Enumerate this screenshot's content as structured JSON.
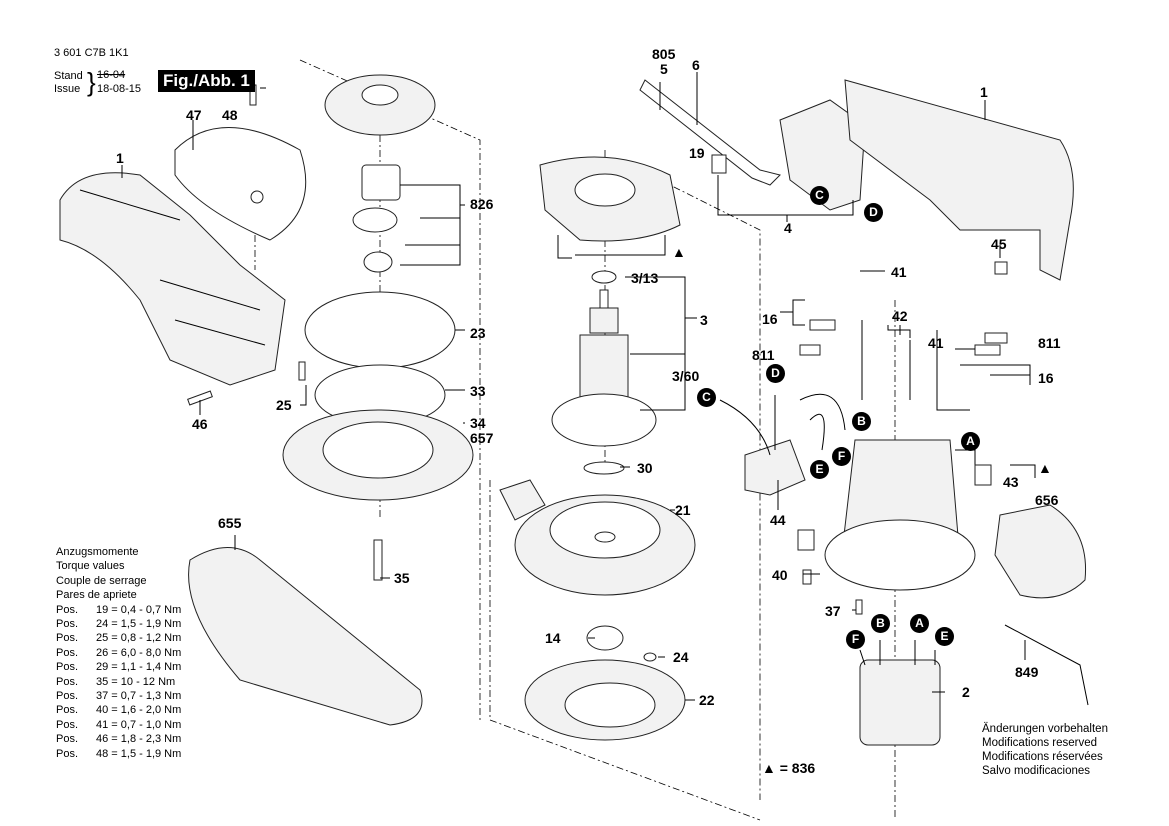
{
  "header": {
    "part_number": "3 601 C7B 1K1",
    "stand_label": "Stand",
    "issue_label": "Issue",
    "old_date": "16-04",
    "new_date": "18-08-15",
    "figure_label": "Fig./Abb. 1"
  },
  "torque": {
    "titles": [
      "Anzugsmomente",
      "Torque values",
      "Couple de serrage",
      "Pares de apriete"
    ],
    "rows": [
      {
        "prefix": "Pos.",
        "value": "19 = 0,4 - 0,7 Nm"
      },
      {
        "prefix": "Pos.",
        "value": "24 = 1,5 - 1,9 Nm"
      },
      {
        "prefix": "Pos.",
        "value": "25 = 0,8 - 1,2 Nm"
      },
      {
        "prefix": "Pos.",
        "value": "26 = 6,0 - 8,0 Nm"
      },
      {
        "prefix": "Pos.",
        "value": "29 = 1,1 - 1,4 Nm"
      },
      {
        "prefix": "Pos.",
        "value": "35 = 10  -  12 Nm"
      },
      {
        "prefix": "Pos.",
        "value": "37 = 0,7 - 1,3 Nm"
      },
      {
        "prefix": "Pos.",
        "value": "40 = 1,6 - 2,0 Nm"
      },
      {
        "prefix": "Pos.",
        "value": "41 = 0,7 - 1,0 Nm"
      },
      {
        "prefix": "Pos.",
        "value": "46 = 1,8 - 2,3 Nm"
      },
      {
        "prefix": "Pos.",
        "value": "48 = 1,5 - 1,9 Nm"
      }
    ]
  },
  "notes": {
    "modifications": [
      "Änderungen vorbehalten",
      "Modifications reserved",
      "Modifications réservées",
      "Salvo modificaciones"
    ],
    "triangle_legend": "▲ = 836"
  },
  "part_labels": {
    "p1_left": "1",
    "p47": "47",
    "p48": "48",
    "p46": "46",
    "p25": "25",
    "p826": "826",
    "p23": "23",
    "p33": "33",
    "p34": "34",
    "p657": "657",
    "p655": "655",
    "p35": "35",
    "p805": "805",
    "p5": "5",
    "p6": "6",
    "p19": "19",
    "p4": "4",
    "p313": "3/13",
    "p3": "3",
    "p360": "3/60",
    "p30": "30",
    "p21": "21",
    "p14": "14",
    "p24": "24",
    "p22": "22",
    "p1_right": "1",
    "p45": "45",
    "p41a": "41",
    "p41b": "41",
    "p16a": "16",
    "p16b": "16",
    "p42": "42",
    "p811a": "811",
    "p811b": "811",
    "p44": "44",
    "p43": "43",
    "p656": "656",
    "p40": "40",
    "p37": "37",
    "p2": "2",
    "p849": "849"
  },
  "connectors": {
    "C": "C",
    "D": "D",
    "A": "A",
    "B": "B",
    "E": "E",
    "F": "F"
  },
  "symbols": {
    "triangle": "▲"
  }
}
